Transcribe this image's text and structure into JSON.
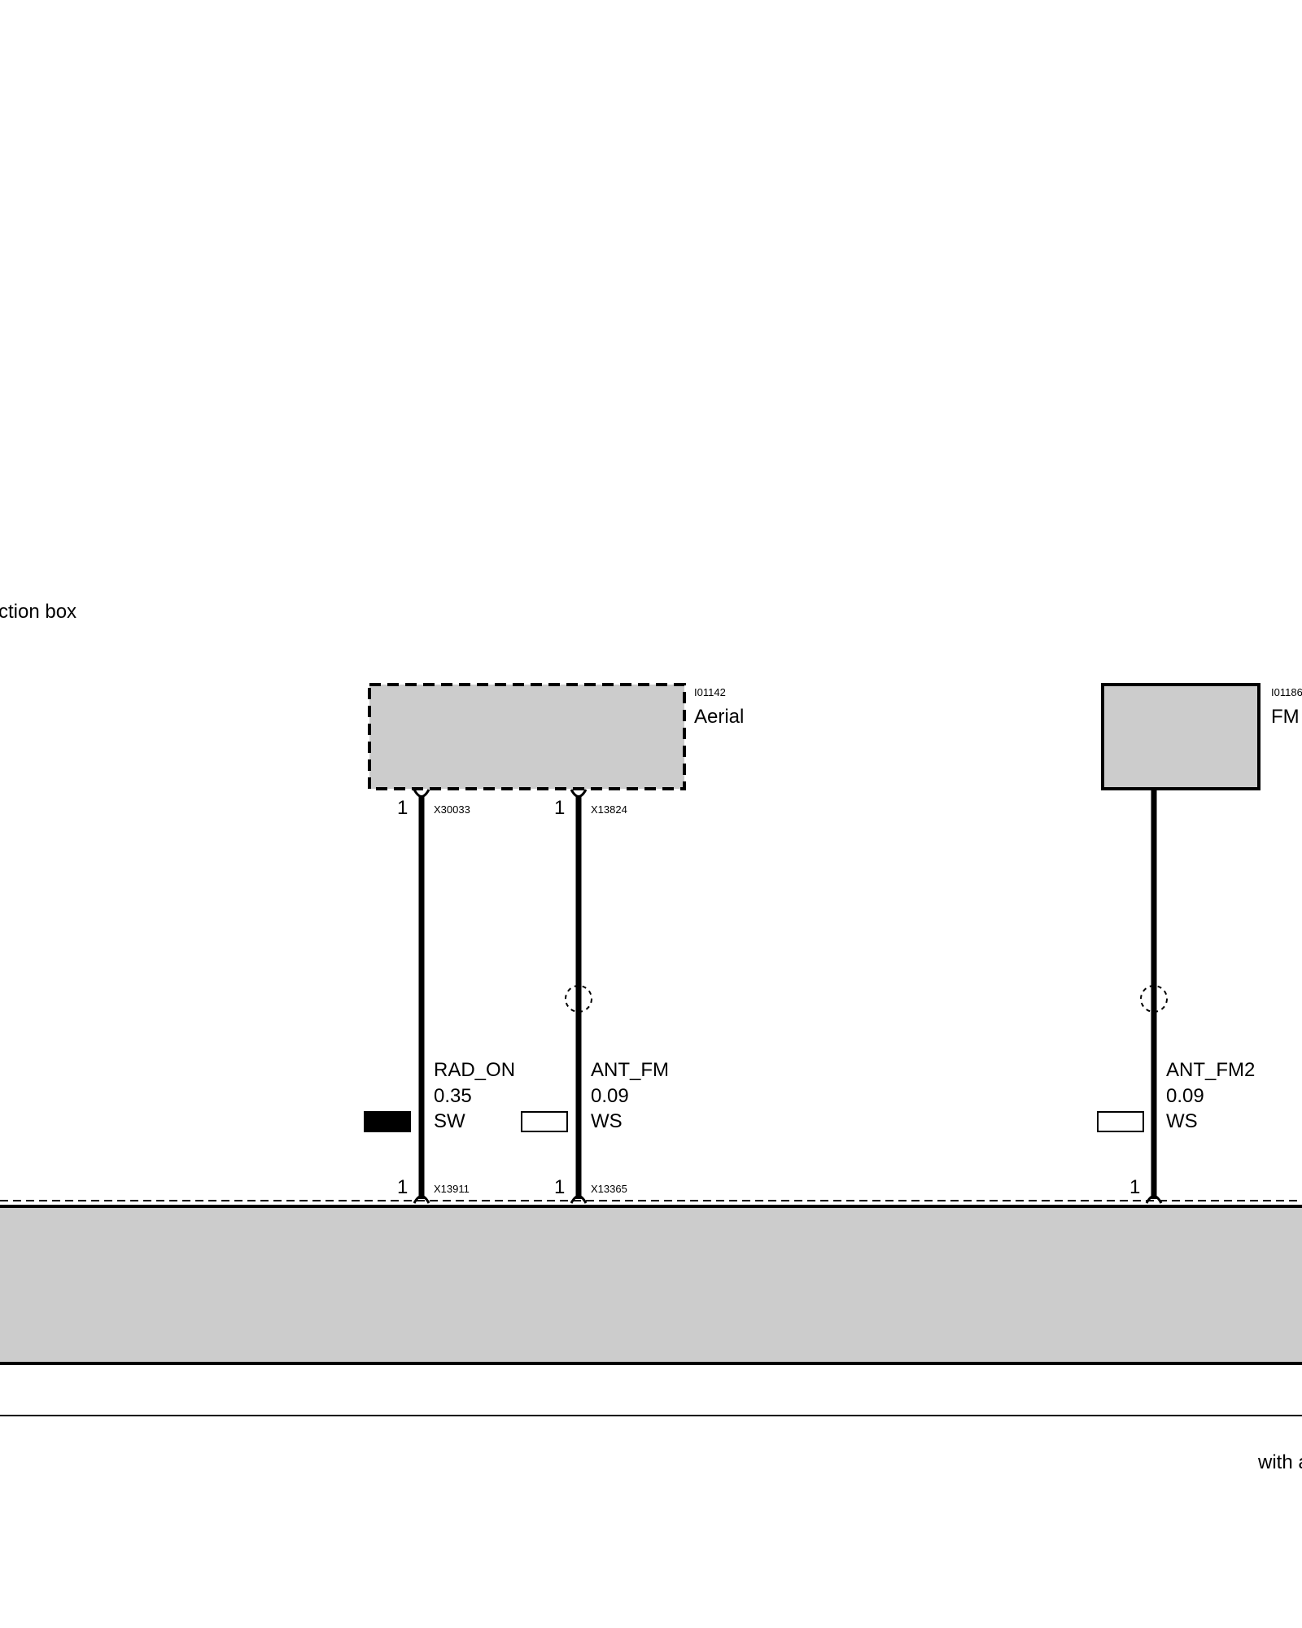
{
  "header_text": "ction box",
  "footer_text": "with a",
  "components": {
    "aerial": {
      "id": "I01142",
      "name": "Aerial",
      "style": "dashed"
    },
    "fm": {
      "id": "I01186",
      "name": "FM",
      "style": "solid"
    },
    "bottom_module": {
      "style": "solid"
    }
  },
  "wires": [
    {
      "signal": "RAD_ON",
      "size": "0.35",
      "color_code": "SW",
      "color_swatch": "#000000",
      "top_pin": "1",
      "top_connector": "X30033",
      "bottom_pin": "1",
      "bottom_connector": "X13911",
      "shielded": false
    },
    {
      "signal": "ANT_FM",
      "size": "0.09",
      "color_code": "WS",
      "color_swatch": "#ffffff",
      "top_pin": "1",
      "top_connector": "X13824",
      "bottom_pin": "1",
      "bottom_connector": "X13365",
      "shielded": true
    },
    {
      "signal": "ANT_FM2",
      "size": "0.09",
      "color_code": "WS",
      "color_swatch": "#ffffff",
      "bottom_pin": "1",
      "shielded": true
    }
  ],
  "colors": {
    "component_fill": "#cccccc",
    "line": "#000000"
  }
}
